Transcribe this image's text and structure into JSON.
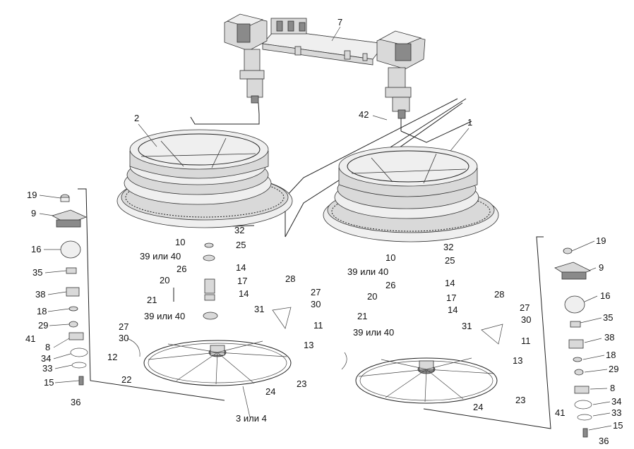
{
  "callouts": {
    "c1": "1",
    "c2": "2",
    "c3or4": "3 или 4",
    "c7": "7",
    "c42": "42",
    "left_column": [
      "19",
      "9",
      "16",
      "35",
      "38",
      "18",
      "29",
      "41",
      "8",
      "34",
      "33",
      "15",
      "36"
    ],
    "right_column": [
      "19",
      "9",
      "16",
      "35",
      "38",
      "18",
      "29",
      "8",
      "34",
      "33",
      "15",
      "36",
      "41"
    ],
    "left_mid": {
      "c32": "32",
      "c10": "10",
      "c25": "25",
      "c39or40_top": "39 или 40",
      "c26": "26",
      "c14a": "14",
      "c17": "17",
      "c14b": "14",
      "c20": "20",
      "c21": "21",
      "c39or40_bottom": "39 или 40",
      "c27": "27",
      "c30": "30",
      "c12": "12",
      "c22": "22"
    },
    "center_mid": {
      "c28": "28",
      "c27": "27",
      "c31": "31",
      "c30": "30",
      "c11": "11",
      "c13": "13",
      "c24": "24",
      "c23": "23"
    },
    "right_mid": {
      "c10": "10",
      "c32": "32",
      "c39or40_top": "39 или 40",
      "c25": "25",
      "c26": "26",
      "c14a": "14",
      "c20": "20",
      "c17": "17",
      "c21": "21",
      "c14b": "14",
      "c39or40_bottom": "39 или 40",
      "c28": "28",
      "c27": "27",
      "c31": "31",
      "c30": "30",
      "c11": "11",
      "c13": "13",
      "c24": "24",
      "c23": "23"
    }
  }
}
